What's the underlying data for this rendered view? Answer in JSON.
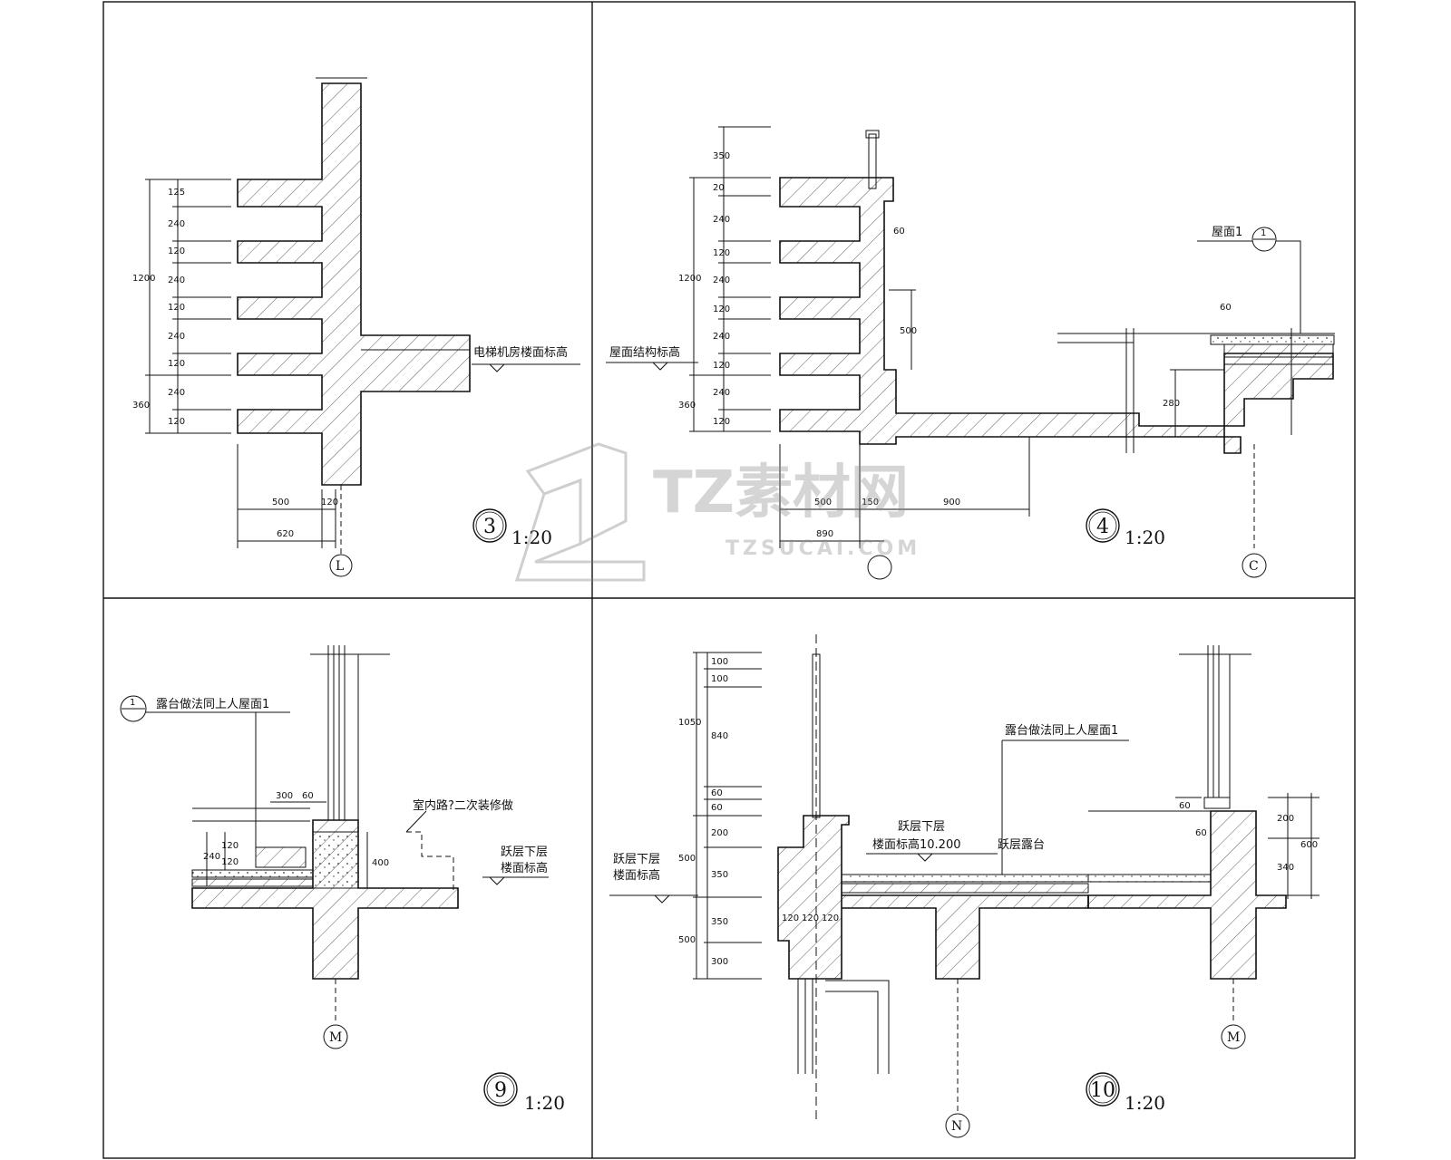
{
  "details": [
    {
      "number": "3",
      "scale": "1:20",
      "axis": "L",
      "label": "电梯机房楼面标高",
      "dims_vertical_left": [
        "125",
        "240",
        "120",
        "240",
        "120",
        "240",
        "120",
        "240",
        "120"
      ],
      "dims_total": [
        "1200",
        "360"
      ],
      "dims_bottom": [
        "500",
        "120",
        "620"
      ]
    },
    {
      "number": "4",
      "scale": "1:20",
      "axis": "C",
      "label_left": "屋面结构标高",
      "label_right": "屋面1",
      "ref": "1",
      "dims_vertical_left": [
        "350",
        "20",
        "240",
        "120",
        "240",
        "120",
        "240",
        "120",
        "240",
        "120"
      ],
      "dims_total": [
        "1200",
        "360"
      ],
      "dims_misc": [
        "60",
        "500",
        "60",
        "280"
      ],
      "dims_bottom": [
        "500",
        "150",
        "900",
        "890"
      ]
    },
    {
      "number": "9",
      "scale": "1:20",
      "axis": "M",
      "label_top": "露台做法同上人屋面1",
      "label_mid": "室内路?二次装修做",
      "label_right_1": "跃层下层",
      "label_right_2": "楼面标高",
      "ref": "1",
      "dims_misc": [
        "300",
        "60",
        "240",
        "120",
        "120",
        "400"
      ]
    },
    {
      "number": "10",
      "scale": "1:20",
      "axis_left": "N",
      "axis_right": "M",
      "label_top": "露台做法同上人屋面1",
      "label_left_1": "跃层下层",
      "label_left_2": "楼面标高",
      "label_mid_1": "跃层下层",
      "label_mid_2": "楼面标高10.200",
      "label_mid_3": "跃层露台",
      "dims_vertical_left": [
        "100",
        "100",
        "840",
        "60",
        "60",
        "200",
        "350",
        "350",
        "300"
      ],
      "dims_total": [
        "1050",
        "500",
        "500"
      ],
      "dims_right": [
        "60",
        "200",
        "340",
        "600",
        "60"
      ],
      "dims_bottom": [
        "120",
        "120",
        "120"
      ]
    }
  ],
  "watermark": {
    "brand": "TZ素材网",
    "url": "TZSUCAI.COM"
  }
}
